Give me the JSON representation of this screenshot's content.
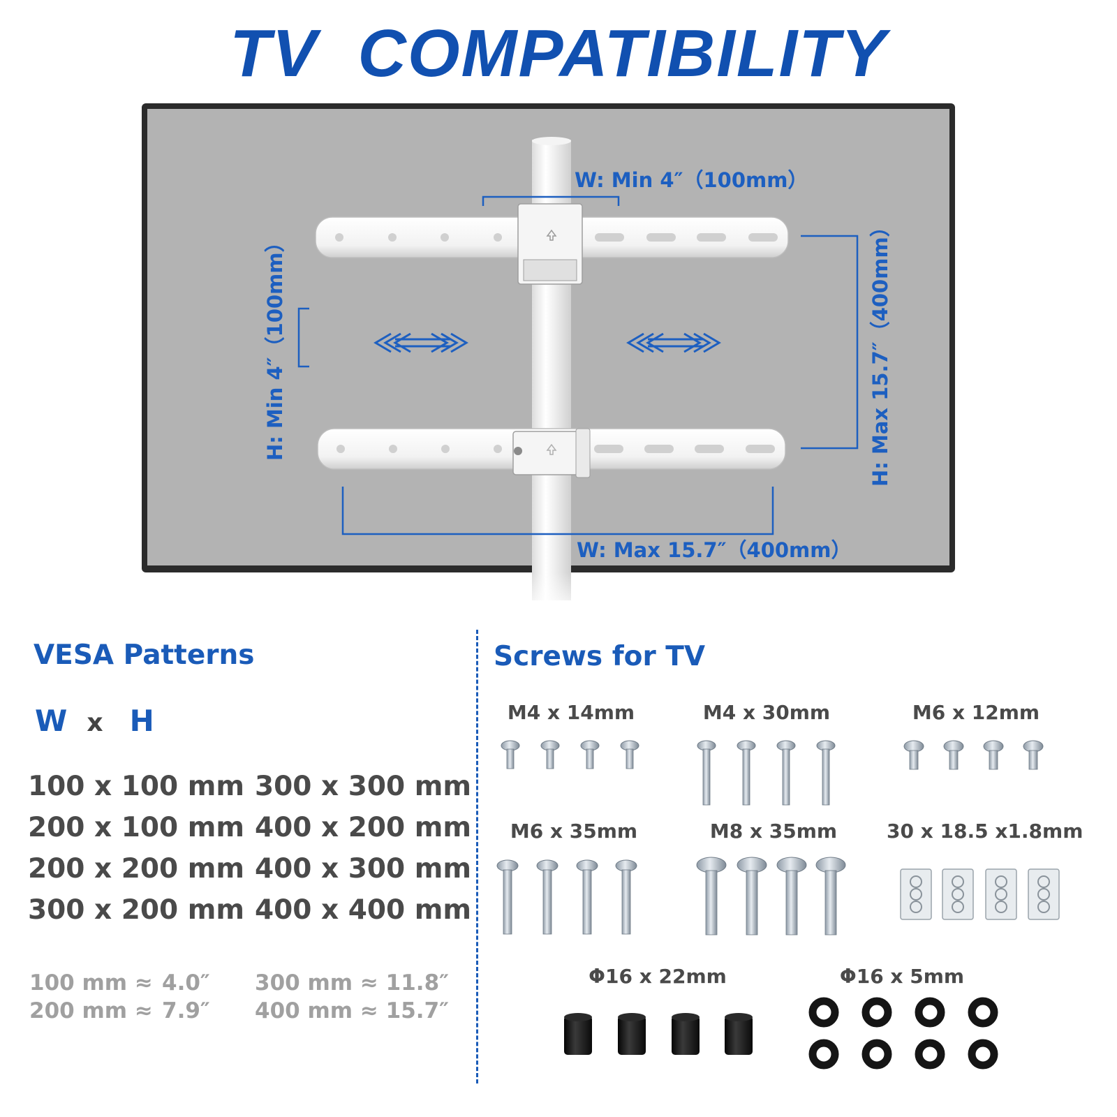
{
  "title": "TV  COMPATIBILITY",
  "dimensions": {
    "w_min": "W:  Min  4″（100mm）",
    "w_max": "W:  Max  15.7″（400mm）",
    "h_min": "H:  Min  4″（100mm）",
    "h_max": "H:  Max  15.7″（400mm）"
  },
  "vesa": {
    "title": "VESA Patterns",
    "w": "W",
    "x": "x",
    "h": "H",
    "left": [
      "100 x 100 mm",
      "200 x 100 mm",
      "200 x 200 mm",
      "300 x 200 mm"
    ],
    "right": [
      "300 x 300 mm",
      "400 x 200 mm",
      "400 x 300 mm",
      "400 x 400 mm"
    ],
    "conversions_left": [
      {
        "mm": "100 mm ≈",
        "in": "4.0″"
      },
      {
        "mm": "200 mm ≈",
        "in": "7.9″"
      }
    ],
    "conversions_right": [
      "300 mm ≈ 11.8″",
      "400 mm ≈ 15.7″"
    ]
  },
  "screws": {
    "title": "Screws for TV",
    "labels": [
      "M4 x 14mm",
      "M4 x 30mm",
      "M6 x 12mm",
      "M6 x 35mm",
      "M8 x 35mm",
      "30 x 18.5 x1.8mm",
      "Φ16 x 22mm",
      "Φ16 x 5mm"
    ]
  },
  "colors": {
    "accent": "#1a5bb8",
    "tv_screen": "#b3b3b3",
    "tv_frame": "#2b2b2b"
  }
}
